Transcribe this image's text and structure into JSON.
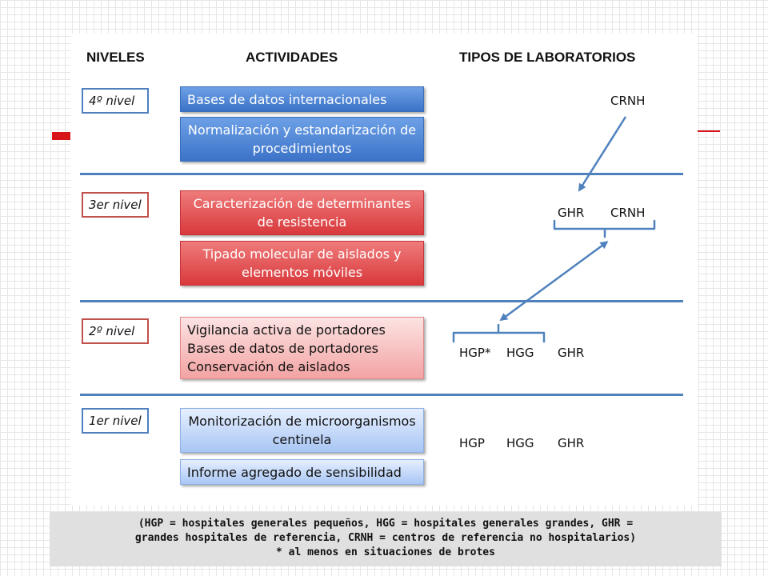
{
  "headers": {
    "niveles": "NIVELES",
    "actividades": "ACTIVIDADES",
    "tipos": "TIPOS DE LABORATORIOS"
  },
  "levels": [
    {
      "label": "4º nivel",
      "color": "#4f7fbf"
    },
    {
      "label": "3er nivel",
      "color": "#c0504d"
    },
    {
      "label": "2º nivel",
      "color": "#c0504d"
    },
    {
      "label": "1er nivel",
      "color": "#4f7fbf"
    }
  ],
  "activities": {
    "a4_1": "Bases de datos internacionales",
    "a4_2_l1": "Normalización y estandarización de",
    "a4_2_l2": "procedimientos",
    "a3_1_l1": "Caracterización de determinantes",
    "a3_1_l2": "de resistencia",
    "a3_2_l1": "Tipado molecular de aislados y",
    "a3_2_l2": "elementos móviles",
    "a2_l1": "Vigilancia activa de portadores",
    "a2_l2": "Bases de datos de portadores",
    "a2_l3": "Conservación de aislados",
    "a1_1_l1": "Monitorización de microorganismos",
    "a1_1_l2": "centinela",
    "a1_2": "Informe agregado de sensibilidad"
  },
  "labs": {
    "l4_crnh": "CRNH",
    "l3_ghr": "GHR",
    "l3_crnh": "CRNH",
    "l2_hgp": "HGP*",
    "l2_hgg": "HGG",
    "l2_ghr": "GHR",
    "l1_hgp": "HGP",
    "l1_hgg": "HGG",
    "l1_ghr": "GHR"
  },
  "caption": {
    "line1": "(HGP = hospitales generales pequeños, HGG = hospitales generales grandes, GHR =",
    "line2": "grandes hospitales de referencia, CRNH = centros de referencia no hospitalarios)",
    "line3": "* al menos en situaciones de brotes"
  },
  "colors": {
    "accent": "#d8141b",
    "separator": "#4f81bd",
    "arrow": "#4f81bd"
  }
}
